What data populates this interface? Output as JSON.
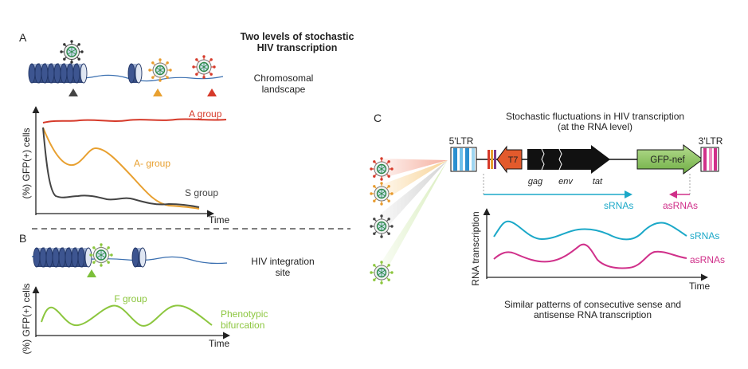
{
  "title_line1": "Two levels of stochastic",
  "title_line2": "HIV transcription",
  "panel_a": {
    "letter": "A",
    "landscape_line1": "Chromosomal",
    "landscape_line2": "landscape",
    "y_axis_label": "(%) GFP(+) cells",
    "x_axis_label": "Time",
    "group_a": "A group",
    "group_a_minus": "A- group",
    "group_s": "S group",
    "colors": {
      "group_a": "#d63a2a",
      "group_a_minus": "#e8a030",
      "group_s": "#444444"
    }
  },
  "panel_b": {
    "letter": "B",
    "site_line1": "HIV integration",
    "site_line2": "site",
    "y_axis_label": "(%) GFP(+) cells",
    "x_axis_label": "Time",
    "group_f": "F group",
    "phenotypic_line1": "Phenotypic",
    "phenotypic_line2": "bifurcation",
    "colors": {
      "group_f": "#8cc63e"
    }
  },
  "panel_c": {
    "letter": "C",
    "title_line1": "Stochastic fluctuations in HIV transcription",
    "title_line2": "(at the RNA level)",
    "ltr5": "5'LTR",
    "ltr3": "3'LTR",
    "t7": "T7",
    "gag": "gag",
    "env": "env",
    "tat": "tat",
    "gfp_nef": "GFP-nef",
    "srnas": "sRNAs",
    "asrnas": "asRNAs",
    "y_axis_label": "RNA transcription",
    "x_axis_label": "Time",
    "caption_line1": "Similar patterns of consecutive sense and",
    "caption_line2": "antisense RNA transcription",
    "colors": {
      "srnas": "#1ba8c8",
      "asrnas": "#d0308a",
      "gfp": "#8cc660"
    }
  }
}
